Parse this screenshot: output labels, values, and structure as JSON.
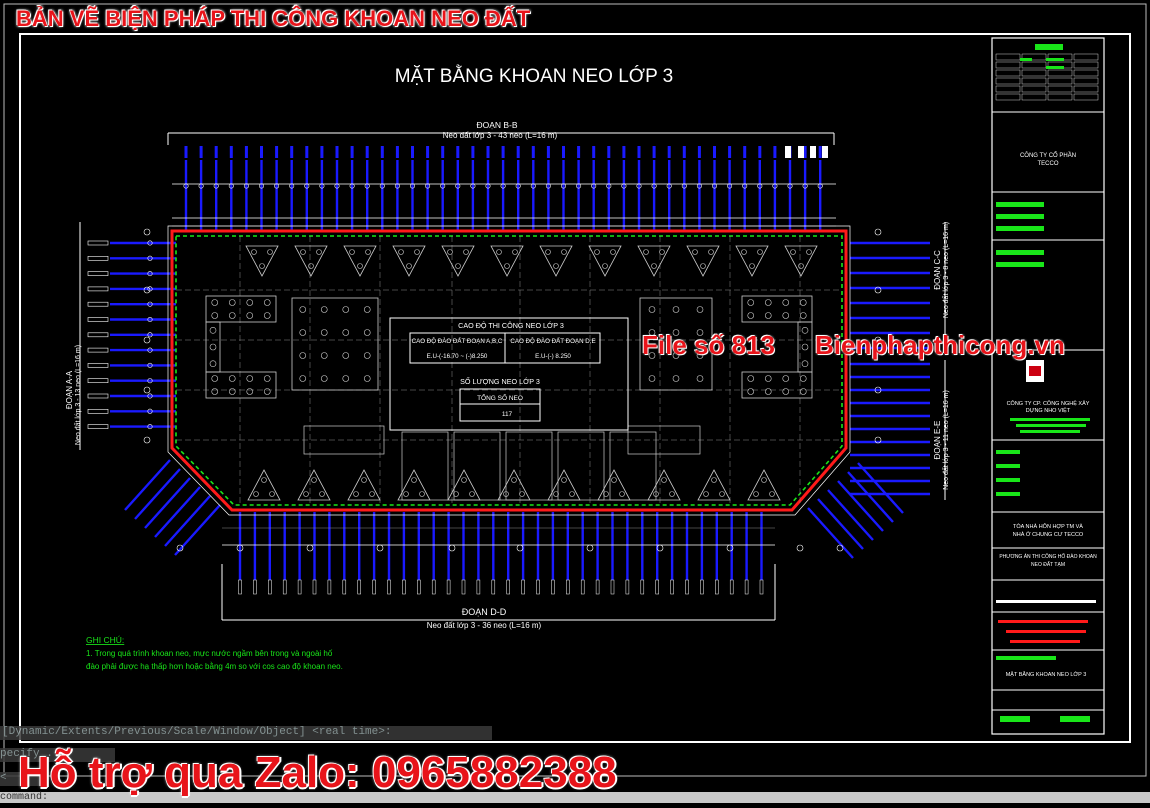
{
  "banners": {
    "top": "BẢN VẼ BIỆN PHÁP THI CÔNG KHOAN NEO ĐẤT",
    "file_no": "File số 813",
    "website": "Bienphapthicong.vn",
    "zalo": "Hỗ trợ qua Zalo: 0965882388"
  },
  "drawing": {
    "title": "MẶT BẰNG KHOAN NEO LỚP 3",
    "section_top": "ĐOẠN B-B",
    "section_top_sub": "Neo đất lớp 3 - 43 neo (L=16 m)",
    "section_bottom": "ĐOẠN D-D",
    "section_bottom_sub": "Neo đất lớp 3 - 36 neo (L=16 m)",
    "section_left": "ĐOẠN A-A",
    "section_left_sub": "Neo đất lớp 3 - 13 neo (L=16 m)",
    "section_right_top": "ĐOẠN C-C",
    "section_right_top_sub": "Neo đất lớp 3 - 8 neo (L=16 m)",
    "section_right_bottom": "ĐOẠN E-E",
    "section_right_bottom_sub": "Neo đất lớp 3 - 11 neo (L=16 m)",
    "center_box_title": "CAO ĐỘ THI CÔNG NEO LỚP 3",
    "center_col1": "CAO ĐỘ ĐÀO ĐẤT ĐOẠN A,B,C",
    "center_col2": "CAO ĐỘ ĐÀO ĐẤT ĐOẠN D,E",
    "center_val1": "E.U-(-16.70 ~ (-)8.250",
    "center_val2": "E.U-(-) 8.250",
    "count_title": "SỐ LƯỢNG NEO LỚP 3",
    "count_label": "TỔNG SỐ NEO",
    "count_value": "117",
    "note_title": "GHI CHÚ:",
    "note_line1": "1. Trong quá trình khoan neo, mực nước ngầm bên trong và ngoài hố",
    "note_line2": "đào phải được hạ thấp hơn hoặc bằng 4m so với cos cao độ khoan neo."
  },
  "title_block": {
    "owner": "CÔNG TY CỔ PHẦN",
    "owner_name": "TECCO",
    "contractor": "CÔNG TY CP. CÔNG NGHỆ XÂY",
    "contractor_2": "DỰNG NHO VIỆT",
    "project_1": "TÒA NHÀ HỖN HỢP TM VÀ",
    "project_2": "NHÀ Ở CHUNG CƯ TECCO",
    "item_1": "PHƯƠNG ÁN THI CÔNG HỐ ĐÀO KHOAN",
    "item_2": "NEO ĐẤT TẠM",
    "sheet_title": "MẶT BẰNG KHOAN NEO LỚP 3"
  },
  "command_line": {
    "line1": "[Dynamic/Extents/Previous/Scale/Window/Object] <real time>:",
    "line2": "pecify ...",
    "line3": "<",
    "line4": "command:"
  },
  "colors": {
    "banner_red": "#e8141a",
    "anchor_blue": "#1a1aff",
    "wall_red": "#ff1a1a",
    "rebar_green": "#19e619",
    "line_white": "#ffffff",
    "grey": "#8c8c8c"
  }
}
